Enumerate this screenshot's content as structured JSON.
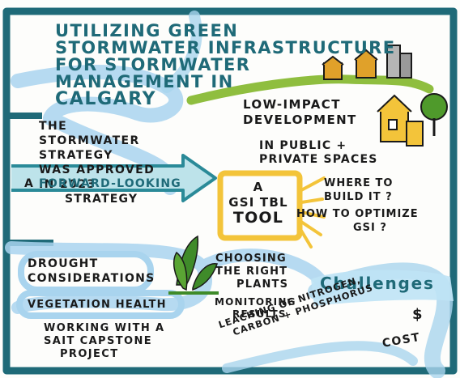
{
  "title_lines": [
    "Utilizing green",
    "stormwater infrastructure",
    "for stormwater",
    "management in",
    "Calgary"
  ],
  "low_impact": [
    "Low-impact",
    "development"
  ],
  "public_private": [
    "In public +",
    "private spaces"
  ],
  "strategy_note": [
    "The",
    "stormwater",
    "strategy",
    "was approved",
    "in 2023"
  ],
  "forward_strategy": {
    "prefix": "A",
    "highlight": "forward-looking",
    "suffix": "strategy"
  },
  "tool_label": {
    "line1": "A",
    "line2": "GSI TBL",
    "line3": "Tool"
  },
  "where_to_build": [
    "Where to",
    "build it ?"
  ],
  "how_to_optimize": [
    "How to optimize",
    "GSI ?"
  ],
  "drought": [
    "Drought",
    "considerations"
  ],
  "vegetation": "Vegetation health",
  "sait_project": [
    "Working with a",
    "SAIT Capstone",
    "project"
  ],
  "choosing_plants": [
    "Choosing",
    "the right",
    "plants"
  ],
  "monitoring": [
    "Monitoring",
    "results"
  ],
  "challenges_label": "Challenges",
  "leaching": [
    "Leaching of nitrogen,",
    "carbon + phosphorus"
  ],
  "cost_symbol": "$",
  "cost_label": "cost",
  "colors": {
    "teal": "#1f6a78",
    "light_blue": "#a9d4ee",
    "green": "#8fbe3f",
    "yellow": "#f3c43a",
    "orange": "#e0a12a",
    "gray": "#9a9a9a",
    "ink": "#1a1a1a"
  }
}
